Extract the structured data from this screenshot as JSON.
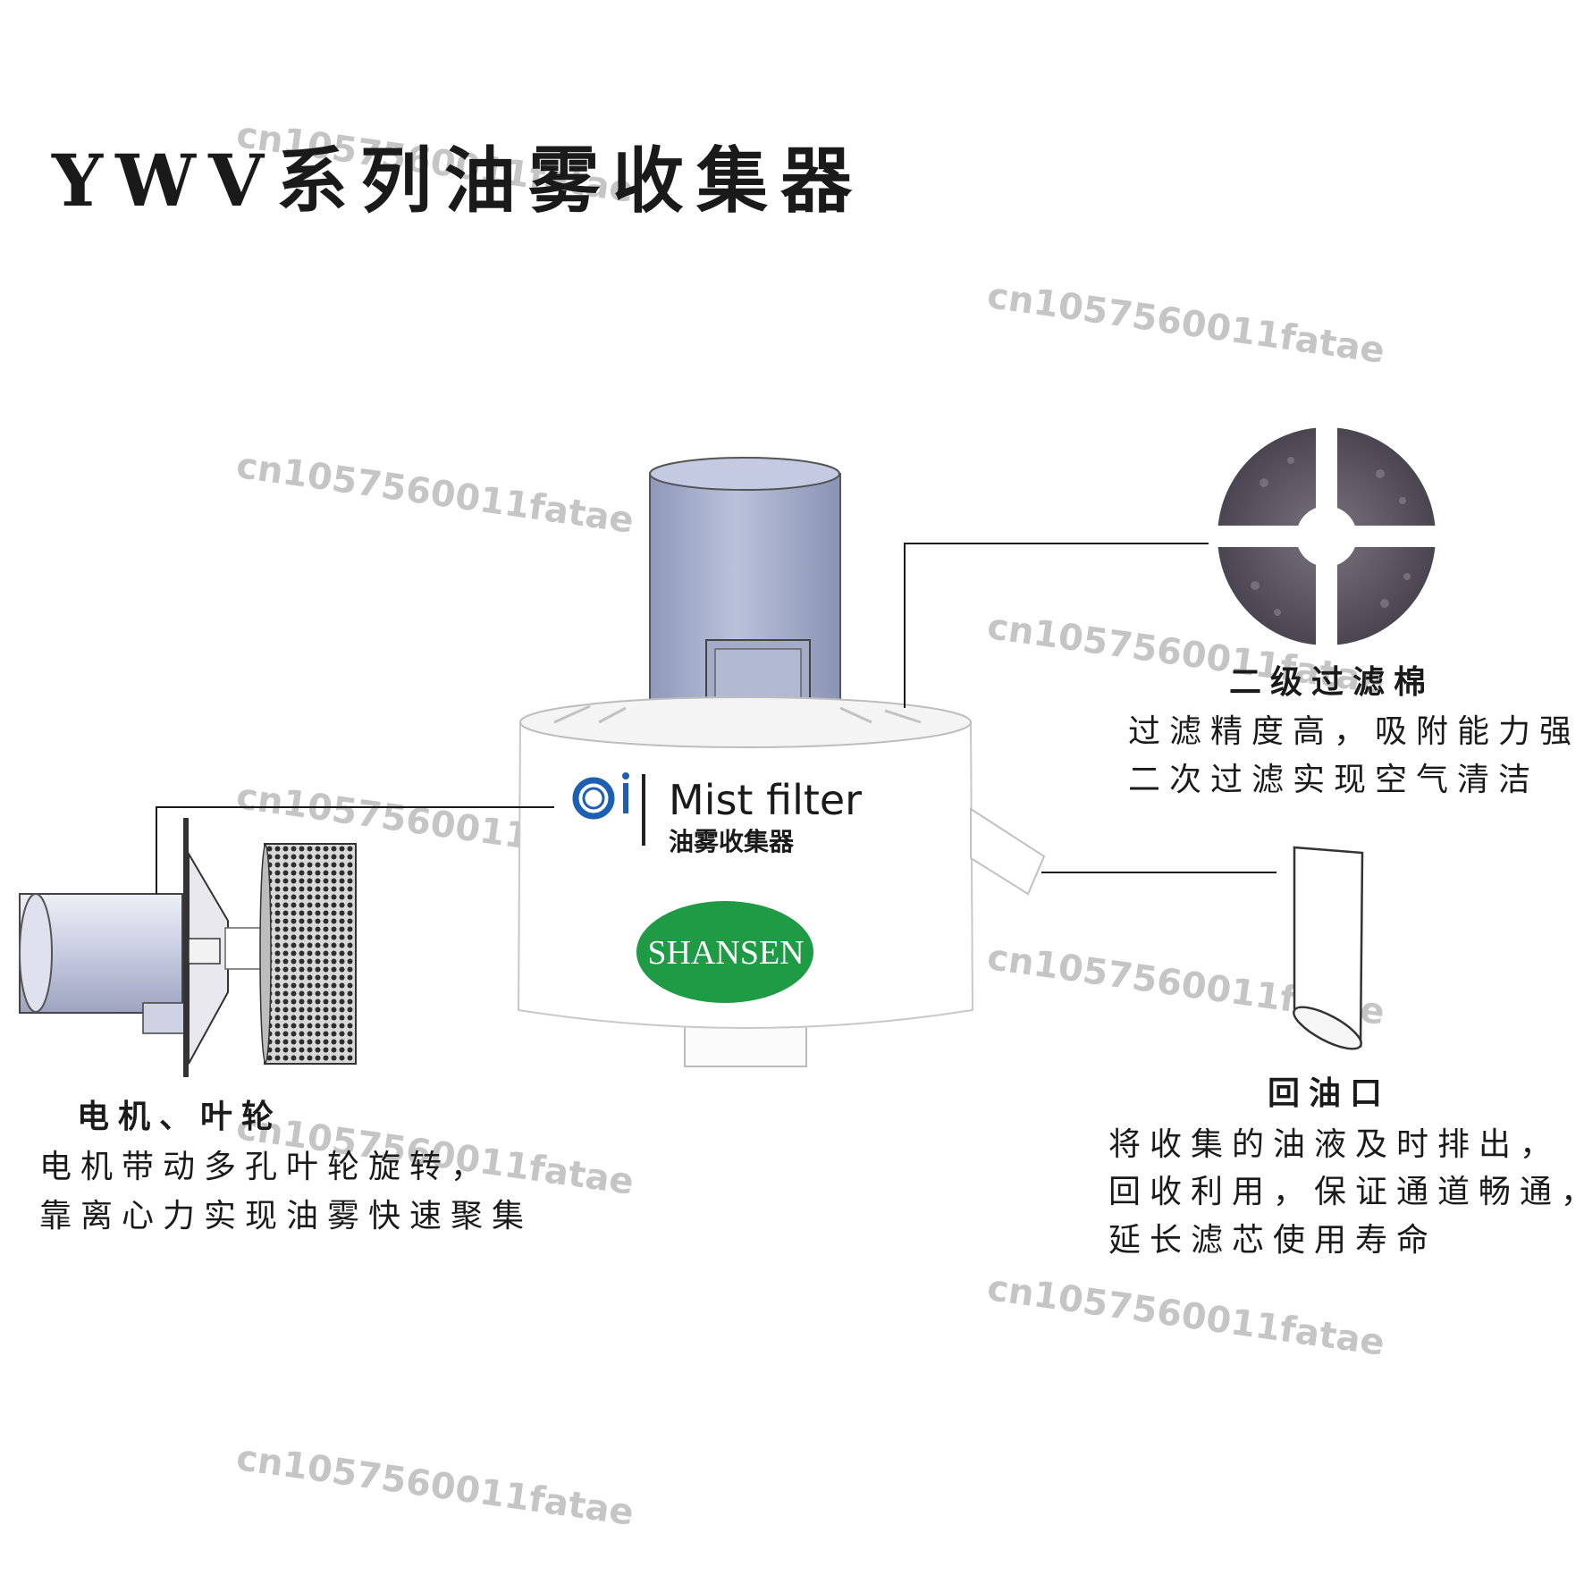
{
  "title": "YWV系列油雾收集器",
  "filter_cotton": {
    "label": "二级过滤棉",
    "lines": [
      "过滤精度高，吸附能力强，",
      "二次过滤实现空气清洁"
    ]
  },
  "motor_impeller": {
    "label": "电机、叶轮",
    "lines": [
      "电机带动多孔叶轮旋转，",
      "靠离心力实现油雾快速聚集"
    ]
  },
  "oil_return": {
    "label": "回油口",
    "lines": [
      "将收集的油液及时排出，",
      "回收利用，保证通道畅通，",
      "延长滤芯使用寿命"
    ]
  },
  "product_logo": {
    "brand_en": "Mist filter",
    "brand_cn": "油雾收集器",
    "badge": "SHANSEN",
    "badge_color": "#1f9a45",
    "ring_color": "#1d5fb0"
  },
  "watermark": "cn1057560011fatae"
}
